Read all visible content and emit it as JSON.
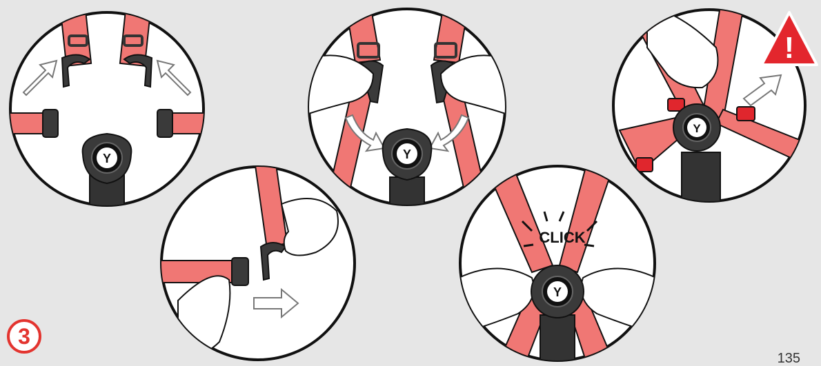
{
  "step": {
    "number": "3"
  },
  "page": {
    "number": "135"
  },
  "panels": {
    "click": {
      "label": "CLICK"
    },
    "warning": {
      "symbol": "!"
    }
  },
  "colors": {
    "strap": "#f07774",
    "strap_buckle": "#e0262d",
    "plastic": "#3a3a3a",
    "outline": "#111111",
    "background": "#e6e6e6",
    "warning": "#e3262d",
    "step_accent": "#e3342f"
  }
}
